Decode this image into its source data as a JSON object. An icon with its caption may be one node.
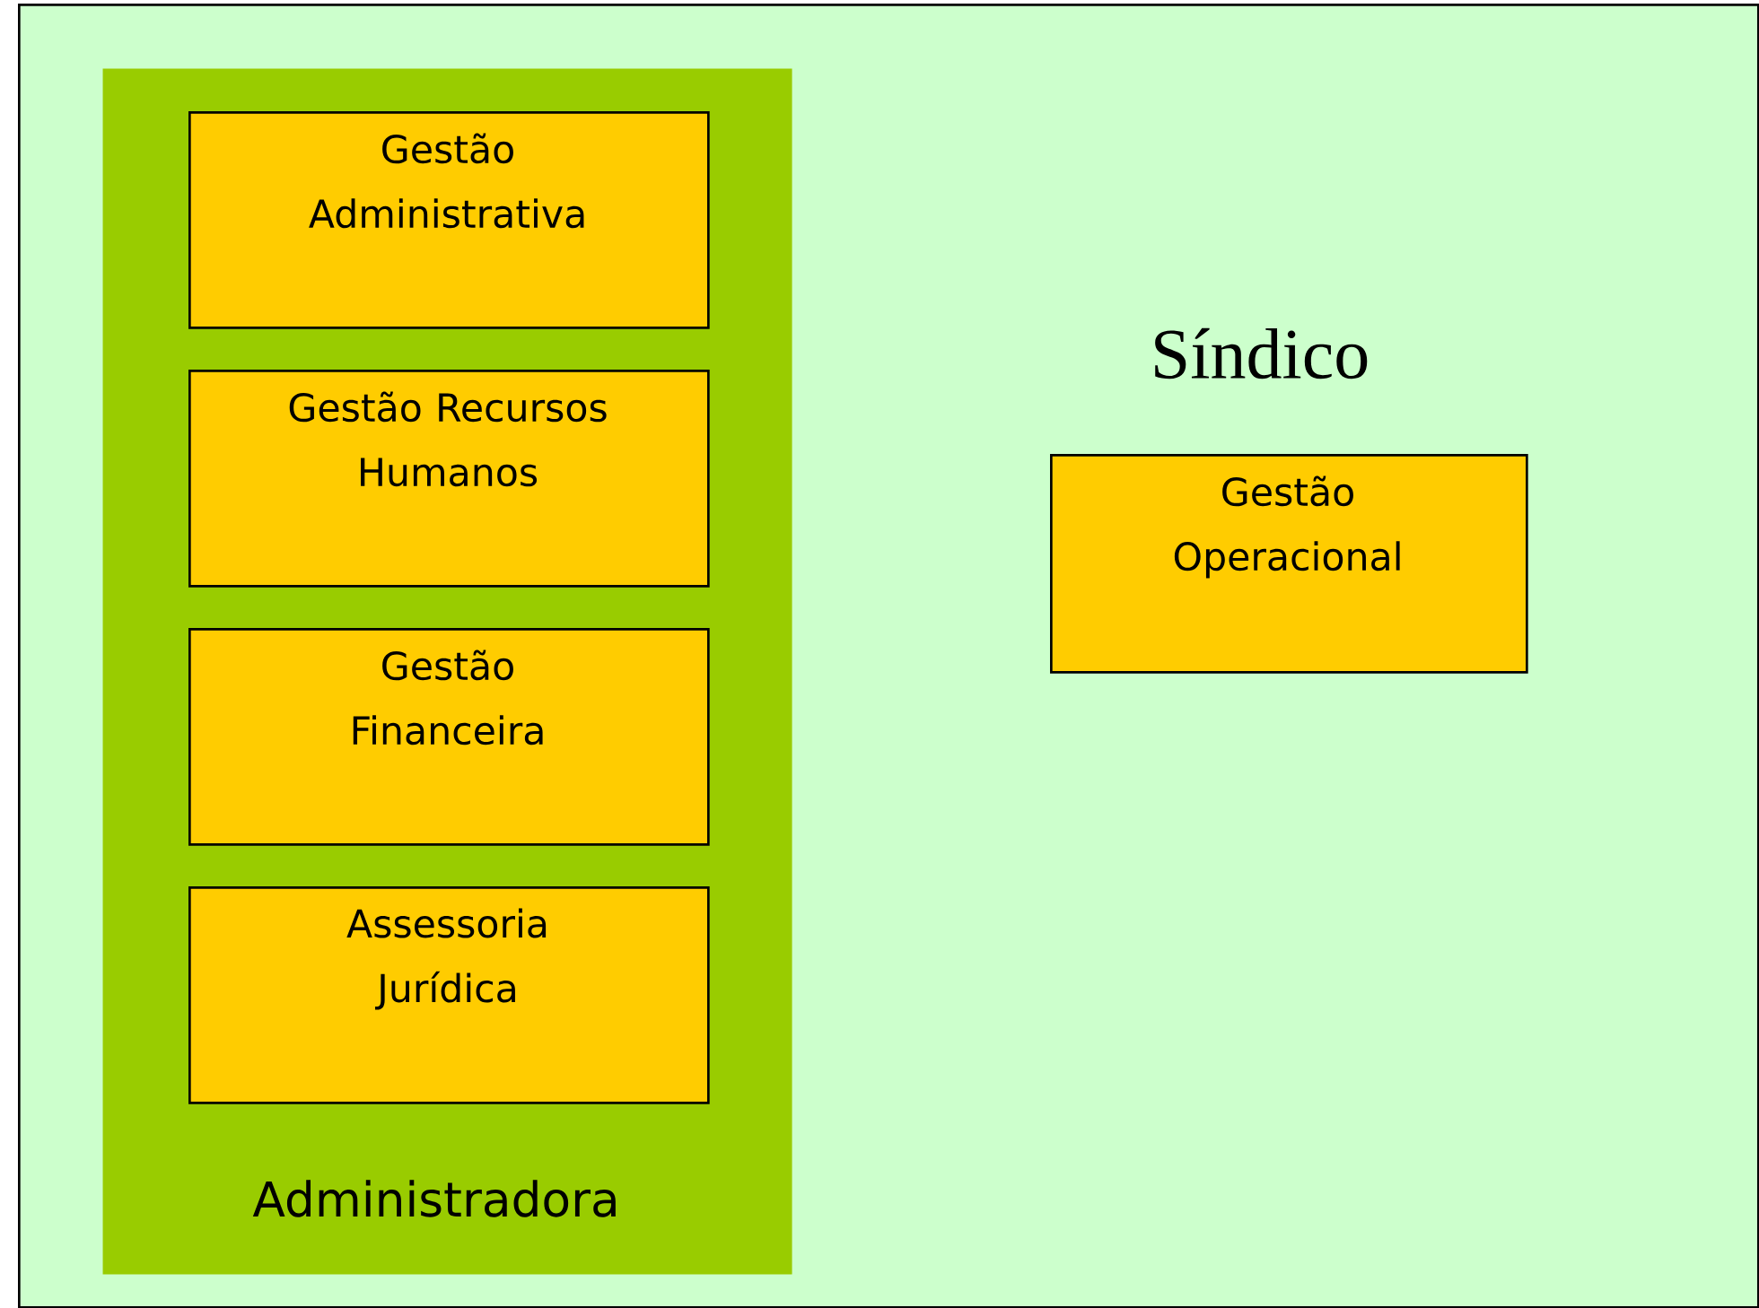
{
  "diagram": {
    "nodes": [
      {
        "text": [
          "Síndico"
        ]
      },
      {
        "text": [
          "Administradora"
        ],
        "in": 0
      },
      {
        "text": [
          "Gestão Administrativa"
        ],
        "in": 1
      },
      {
        "text": [
          "Gestão Recursos Humanos"
        ],
        "in": 1
      },
      {
        "text": [
          "Gestão Financeira"
        ],
        "in": 1
      },
      {
        "text": [
          "Assessoria Jurídica"
        ],
        "in": 1
      },
      {
        "text": [
          "Gestão Operacional"
        ],
        "in": 0
      }
    ]
  }
}
